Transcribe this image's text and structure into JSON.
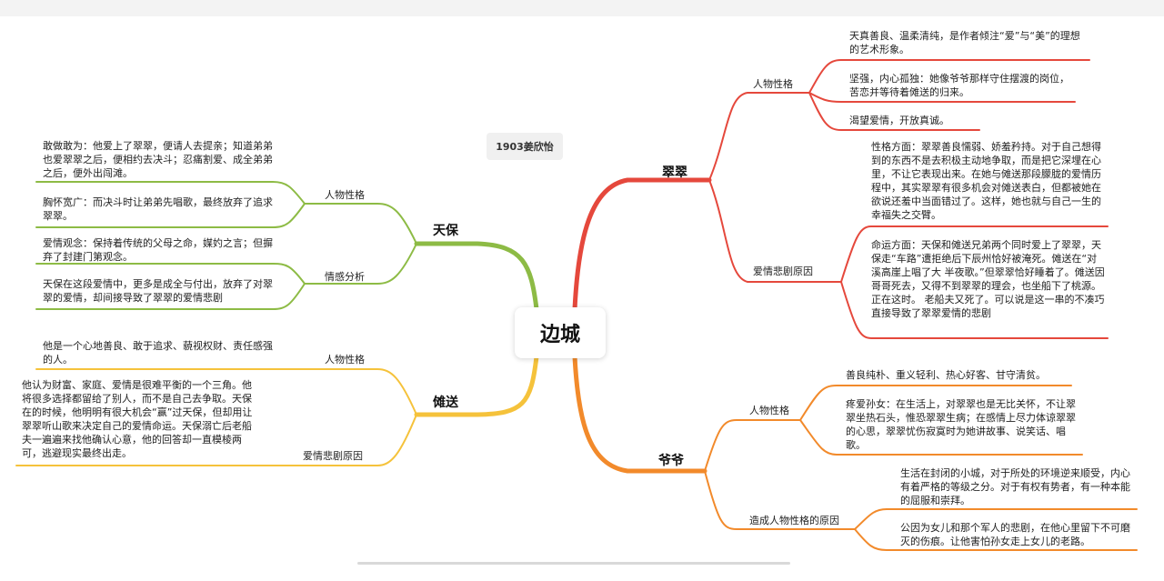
{
  "center": "边城",
  "author": "1903姜欣怡",
  "colors": {
    "cuicui": "#e5483c",
    "grandpa": "#f28a2b",
    "tianbao": "#8dbb45",
    "nuosong": "#f5c23b"
  },
  "branches": {
    "cuicui": {
      "title": "翠翠",
      "personality": {
        "label": "人物性格",
        "items": [
          "天真善良、温柔清纯，是作者倾注“爱”与“美”的理想的艺术形象。",
          "坚强，内心孤独：她像爷爷那样守住摆渡的岗位，苦恋并等待着傩送的归来。",
          "渴望爱情，开放真诚。"
        ]
      },
      "tragedy": {
        "label": "爱情悲剧原因",
        "items": [
          "性格方面：翠翠善良懦弱、娇羞矜持。对于自己想得到的东西不是去积极主动地争取，而是把它深埋在心里，不让它表现出来。在她与傩送那段朦胧的爱情历程中，其实翠翠有很多机会对傩送表白，但都被她在欲说还羞中当面错过了。这样，她也就与自己一生的幸福失之交臂。",
          "命运方面：天保和傩送兄弟两个同时爱上了翠翠，天保走“车路”遭拒绝后下辰州恰好被淹死。傩送在“对溪高崖上唱了大 半夜歌。”但翠翠恰好睡着了。傩送因哥哥死去，又得不到翠翠的理会，也坐船下了桃源。正在这时。 老船夫又死了。可以说是这一串的不凑巧直接导致了翠翠爱情的悲剧"
        ]
      }
    },
    "grandpa": {
      "title": "爷爷",
      "personality": {
        "label": "人物性格",
        "items": [
          "善良纯朴、重义轻利、热心好客、甘守清贫。",
          "疼爱孙女：在生活上，对翠翠也是无比关怀，不让翠翠坐热石头，惟恐翠翠生病；在感情上尽力体谅翠翠的心思，翠翠忧伤寂寞时为她讲故事、说笑话、唱歌。"
        ]
      },
      "cause": {
        "label": "造成人物性格的原因",
        "items": [
          "生活在封闭的小城，对于所处的环境逆来顺受，内心有着严格的等级之分。对于有权有势者，有一种本能的屈服和崇拜。",
          "公因为女儿和那个军人的悲剧，在他心里留下不可磨灭的伤痕。让他害怕孙女走上女儿的老路。"
        ]
      }
    },
    "tianbao": {
      "title": "天保",
      "personality": {
        "label": "人物性格",
        "items": [
          "敢做敢为：他爱上了翠翠，便请人去提亲；知道弟弟也爱翠翠之后，便相约去决斗；忍痛割爱、成全弟弟之后，便外出闯滩。",
          "胸怀宽广：而决斗时让弟弟先唱歌，最终放弃了追求翠翠。"
        ]
      },
      "emotion": {
        "label": "情感分析",
        "items": [
          "爱情观念：保持着传统的父母之命，媒妁之言；但摒弃了封建门第观念。",
          "天保在这段爱情中，更多是成全与付出，放弃了对翠翠的爱情，却间接导致了翠翠的爱情悲剧"
        ]
      }
    },
    "nuosong": {
      "title": "傩送",
      "personality": {
        "label": "人物性格",
        "items": [
          "他是一个心地善良、敢于追求、藐视权财、责任感强的人。"
        ]
      },
      "tragedy": {
        "label": "爱情悲剧原因",
        "items": [
          "他认为财富、家庭、爱情是很难平衡的一个三角。他将很多选择都留给了别人，而不是自己去争取。天保在的时候，他明明有很大机会“赢”过天保，但却用让翠翠听山歌来决定自己的爱情命运。天保溺亡后老船夫一遍遍来找他确认心意，他的回答却一直模棱两可，逃避现实最终出走。"
        ]
      }
    }
  }
}
